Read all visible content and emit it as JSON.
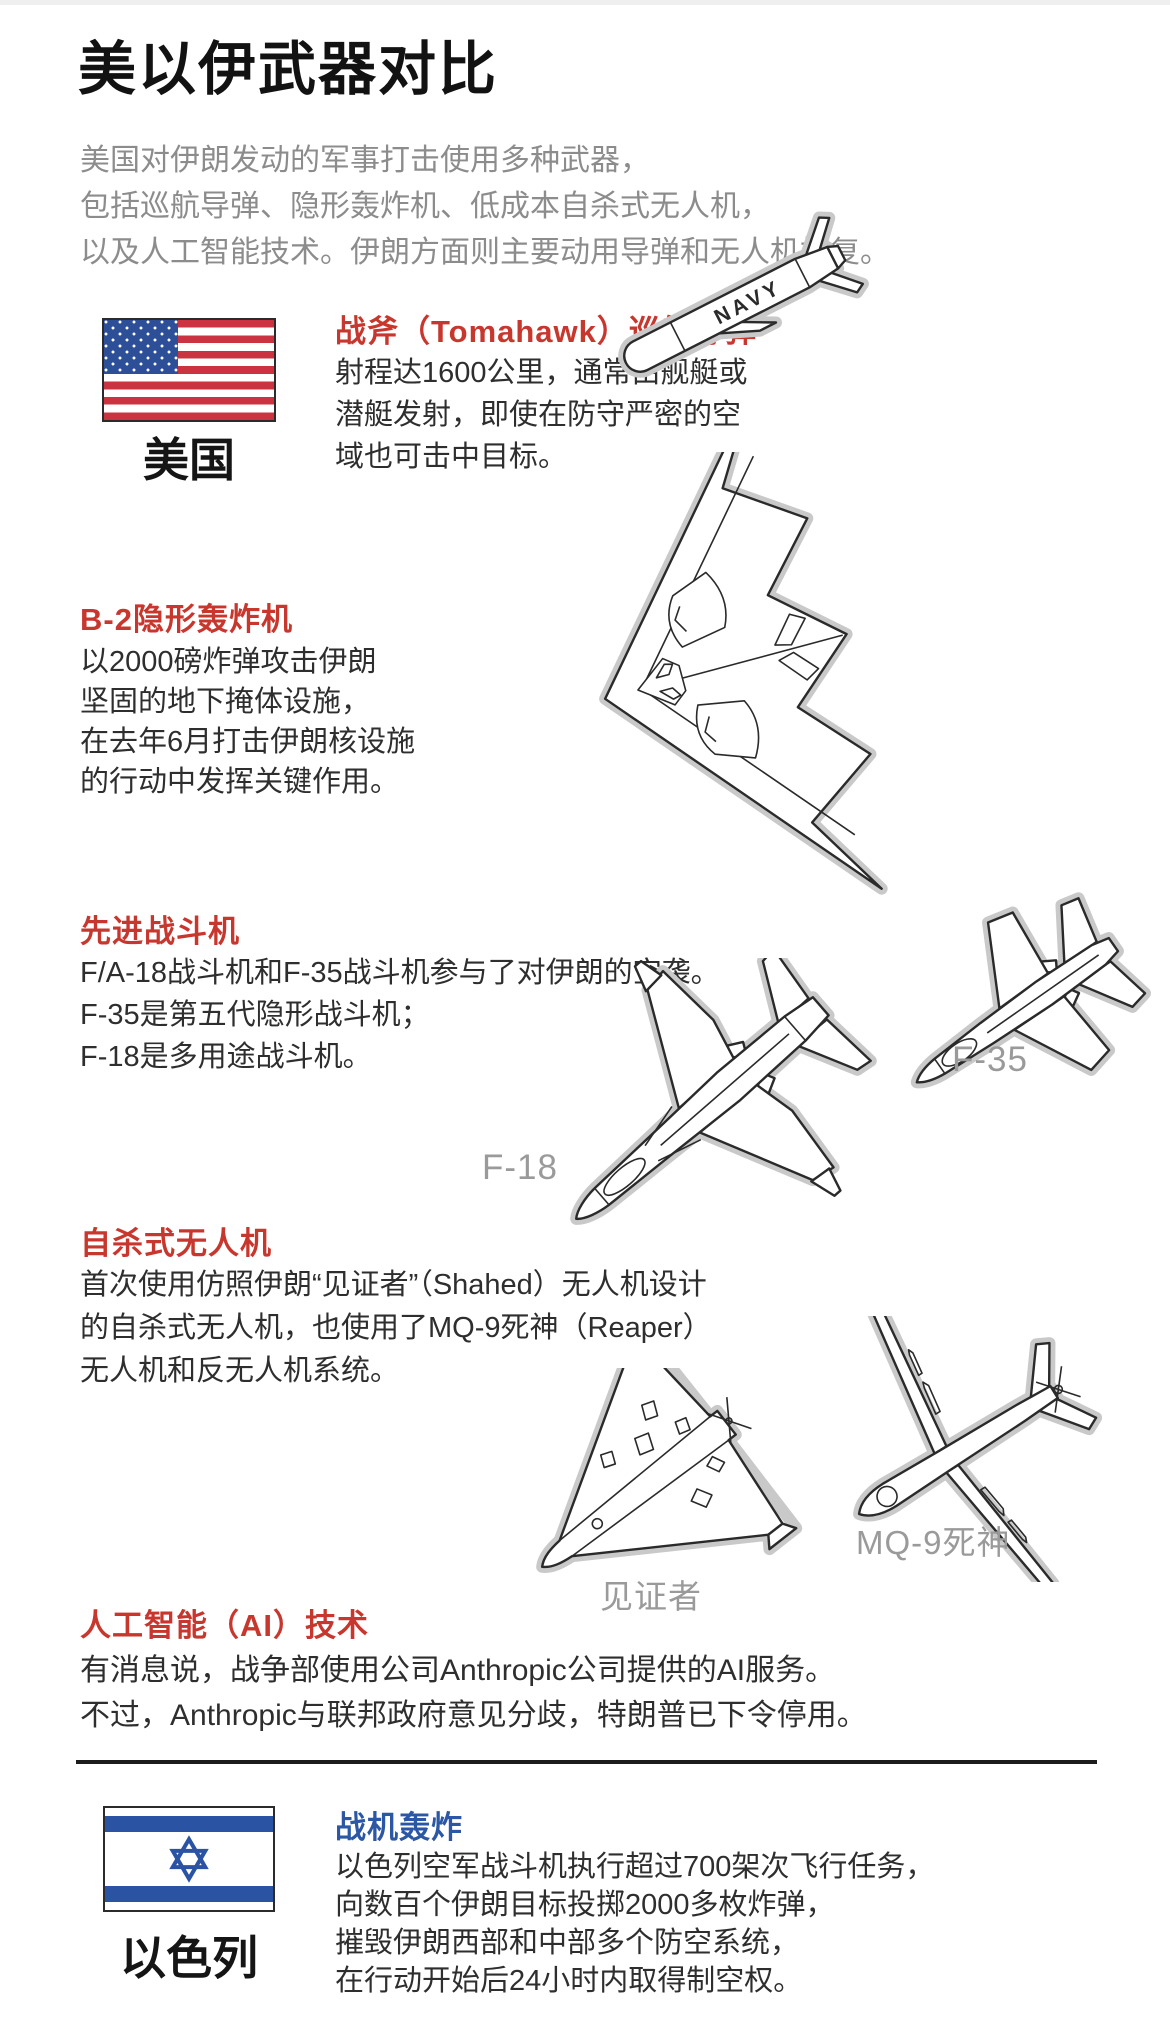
{
  "title": "美以伊武器对比",
  "intro_lines": [
    "美国对伊朗发动的军事打击使用多种武器，",
    "包括巡航导弹、隐形轰炸机、低成本自杀式无人机，",
    "以及人工智能技术。伊朗方面则主要动用导弹和无人机报复。"
  ],
  "us": {
    "name": "美国"
  },
  "israel": {
    "name": "以色列"
  },
  "sections": {
    "tomahawk": {
      "heading": "战斧（Tomahawk）巡航导弹",
      "lines": [
        "射程达1600公里，通常由舰艇或",
        "潜艇发射，即使在防守严密的空",
        "域也可击中目标。"
      ]
    },
    "b2": {
      "heading": "B-2隐形轰炸机",
      "lines": [
        "以2000磅炸弹攻击伊朗",
        "坚固的地下掩体设施，",
        "在去年6月打击伊朗核设施",
        "的行动中发挥关键作用。"
      ]
    },
    "fighters": {
      "heading": "先进战斗机",
      "lines": [
        "F/A-18战斗机和F-35战斗机参与了对伊朗的空袭。",
        "F-35是第五代隐形战斗机；",
        "F-18是多用途战斗机。"
      ],
      "f18_label": "F-18",
      "f35_label": "F-35"
    },
    "drones": {
      "heading": "自杀式无人机",
      "lines": [
        "首次使用仿照伊朗“见证者”（Shahed）无人机设计",
        "的自杀式无人机，也使用了MQ-9死神（Reaper）",
        "无人机和反无人机系统。"
      ],
      "shahed_label": "见证者",
      "mq9_label": "MQ-9死神"
    },
    "ai": {
      "heading": "人工智能（AI）技术",
      "lines": [
        "有消息说，战争部使用公司Anthropic公司提供的AI服务。",
        "不过，Anthropic与联邦政府意见分歧，特朗普已下令停用。"
      ]
    },
    "strikes": {
      "heading": "战机轰炸",
      "lines": [
        "以色列空军战斗机执行超过700架次飞行任务，",
        "向数百个伊朗目标投掷2000多枚炸弹，",
        "摧毁伊朗西部和中部多个防空系统，",
        "在行动开始后24小时内取得制空权。"
      ]
    }
  },
  "missile_text": "NAVY",
  "colors": {
    "heading_red": "#c8372d",
    "heading_blue": "#2b57a5",
    "body_text": "#2e2e2e",
    "intro_text": "#8c8c8c",
    "label_gray": "#9a9a9a",
    "flag_us_blue": "#2d4f97",
    "flag_us_red": "#cb3340",
    "flag_il_blue": "#2a54a3",
    "line_art": "#2a2a2a",
    "halo_gray": "#c9c9c9"
  }
}
